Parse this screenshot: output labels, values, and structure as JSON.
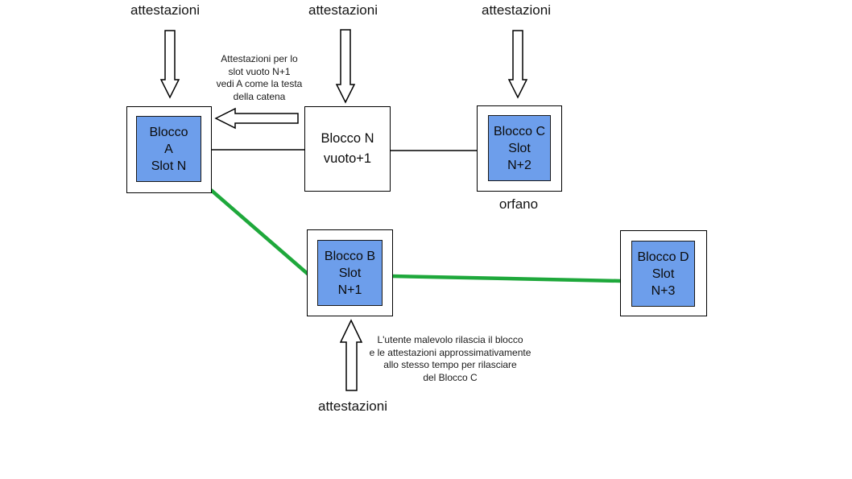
{
  "colors": {
    "background": "#ffffff",
    "block_fill": "#6d9eeb",
    "line_black": "#000000",
    "chain_green": "#1ea83b"
  },
  "diagram": {
    "attestation_labels": {
      "top_left": "attestazioni",
      "top_middle": "attestazioni",
      "top_right": "attestazioni",
      "bottom": "attestazioni"
    },
    "blocks": {
      "block_a": "Blocco\nA\nSlot N",
      "block_n": "Blocco N\nvuoto+1",
      "block_c": "Blocco C\nSlot\nN+2",
      "block_b": "Blocco B\nSlot\nN+1",
      "block_d": "Blocco D\nSlot\nN+3"
    },
    "orphan_label": "orfano",
    "notes": {
      "head_of_chain": "Attestazioni per lo\nslot vuoto N+1\nvedi A come la testa\ndella catena",
      "malicious_release": "L'utente malevolo rilascia il blocco\ne le attestazioni approssimativamente\nallo stesso tempo per rilasciare\ndel Blocco C"
    }
  }
}
